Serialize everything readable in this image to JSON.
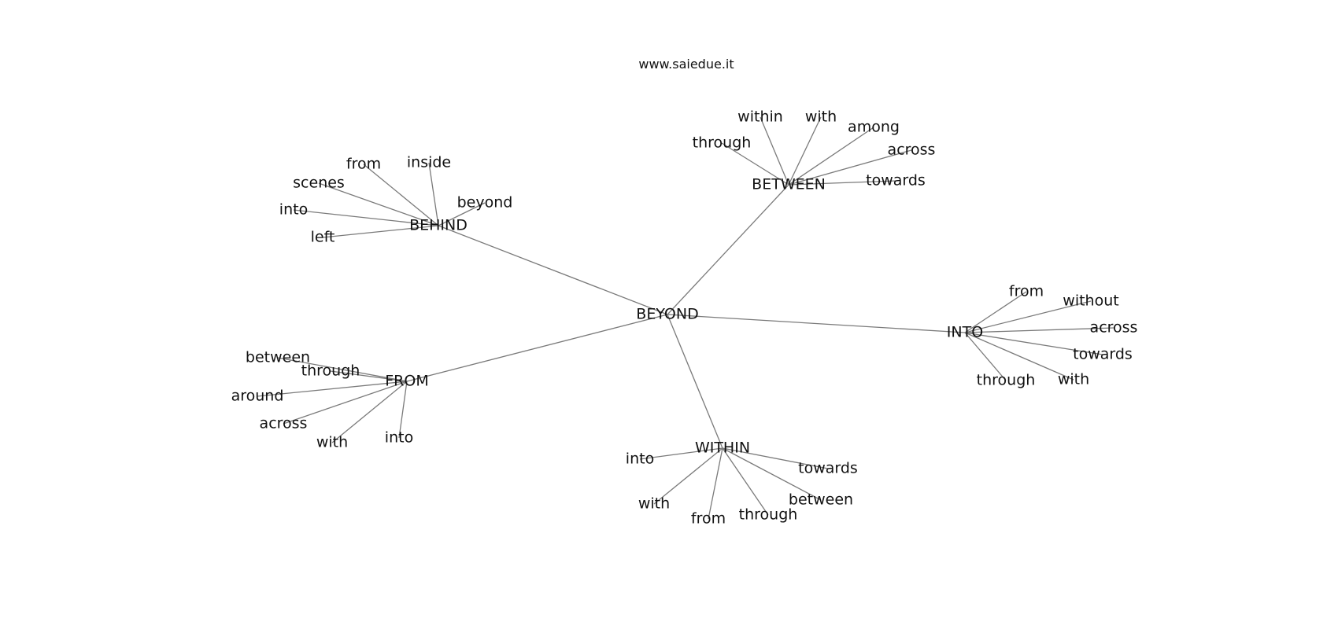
{
  "watermark": "www.saiedue.it",
  "graph": {
    "center": "BEYOND",
    "hubs": [
      {
        "label": "BEHIND",
        "words": [
          "from",
          "inside",
          "scenes",
          "beyond",
          "into",
          "left"
        ]
      },
      {
        "label": "BETWEEN",
        "words": [
          "within",
          "with",
          "through",
          "among",
          "across",
          "towards"
        ]
      },
      {
        "label": "INTO",
        "words": [
          "from",
          "without",
          "across",
          "towards",
          "through",
          "with"
        ]
      },
      {
        "label": "FROM",
        "words": [
          "between",
          "through",
          "around",
          "across",
          "with",
          "into"
        ]
      },
      {
        "label": "WITHIN",
        "words": [
          "into",
          "towards",
          "between",
          "with",
          "through",
          "from"
        ]
      }
    ]
  }
}
